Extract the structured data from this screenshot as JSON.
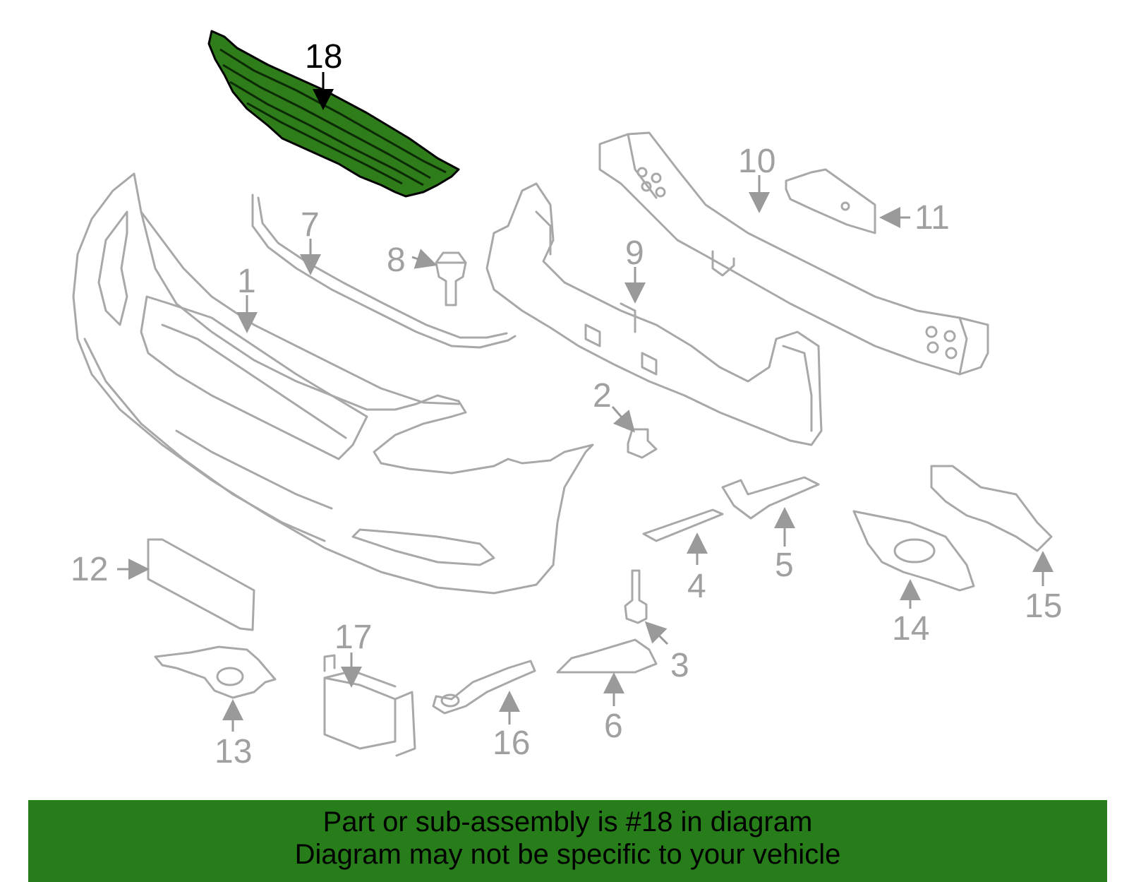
{
  "callouts": {
    "p1": "1",
    "p2": "2",
    "p3": "3",
    "p4": "4",
    "p5": "5",
    "p6": "6",
    "p7": "7",
    "p8": "8",
    "p9": "9",
    "p10": "10",
    "p11": "11",
    "p12": "12",
    "p13": "13",
    "p14": "14",
    "p15": "15",
    "p16": "16",
    "p17": "17",
    "p18": "18"
  },
  "highlight": {
    "part": "18",
    "color": "#2e7d1a"
  },
  "banner": {
    "color": "#267d1a",
    "line1": "Part or sub-assembly is #18 in diagram",
    "line2": "Diagram may not be specific to your vehicle"
  }
}
